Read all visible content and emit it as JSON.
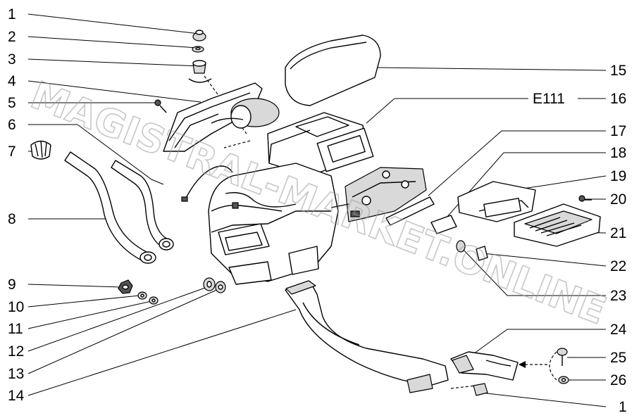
{
  "diagram": {
    "watermark": "MAGISTRAL-MARKET.ONLINE",
    "callouts_left": [
      "1",
      "2",
      "3",
      "4",
      "5",
      "6",
      "7",
      "8",
      "9",
      "10",
      "11",
      "12",
      "13",
      "14"
    ],
    "callouts_right": [
      "15",
      "16",
      "17",
      "18",
      "19",
      "20",
      "21",
      "22",
      "23",
      "24",
      "25",
      "26",
      "1"
    ],
    "code_label": "E111",
    "colors": {
      "line": "#000000",
      "watermark": "#9a9a9a",
      "background": "#ffffff"
    }
  }
}
